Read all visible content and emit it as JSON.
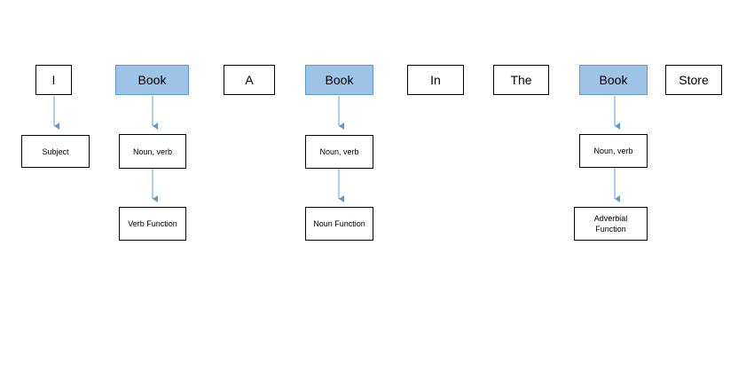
{
  "colors": {
    "highlight_fill": "#9dc3e6",
    "highlight_border": "#5b9bd5",
    "arrow": "#5b9bd5"
  },
  "sentence": [
    {
      "text": "I",
      "highlight": false
    },
    {
      "text": "Book",
      "highlight": true
    },
    {
      "text": "A",
      "highlight": false
    },
    {
      "text": "Book",
      "highlight": true
    },
    {
      "text": "In",
      "highlight": false
    },
    {
      "text": "The",
      "highlight": false
    },
    {
      "text": "Book",
      "highlight": true
    },
    {
      "text": "Store",
      "highlight": false
    }
  ],
  "analysis": {
    "i_role": "Subject",
    "book1_pos": "Noun, verb",
    "book1_function": "Verb Function",
    "book2_pos": "Noun, verb",
    "book2_function": "Noun Function",
    "book3_pos": "Noun, verb",
    "book3_function_line1": "Adverbial",
    "book3_function_line2": "Function"
  }
}
